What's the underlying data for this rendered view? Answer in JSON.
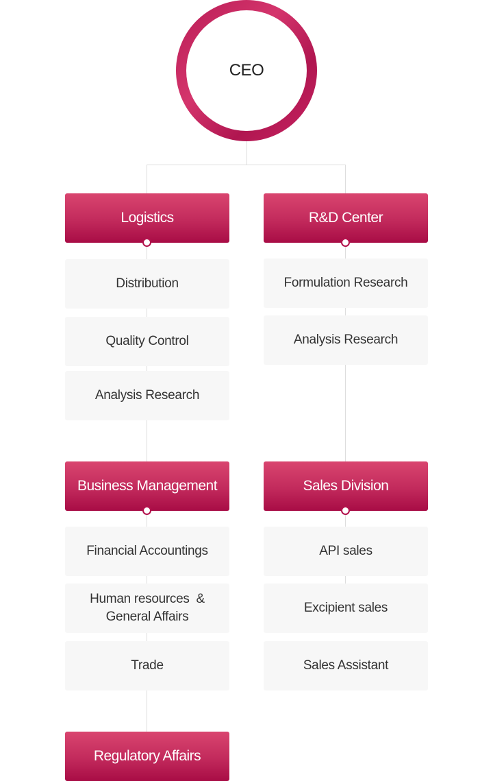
{
  "ceo": {
    "label": "CEO"
  },
  "logistics": {
    "title": "Logistics",
    "items": [
      "Distribution",
      "Quality Control",
      "Analysis Research"
    ]
  },
  "rnd": {
    "title": "R&D Center",
    "items": [
      "Formulation Research",
      "Analysis Research"
    ]
  },
  "business": {
    "title": "Business Management",
    "items": [
      "Financial Accountings",
      "Human resources  &\nGeneral Affairs",
      "Trade"
    ]
  },
  "sales": {
    "title": "Sales Division",
    "items": [
      "API sales",
      "Excipient sales",
      "Sales Assistant"
    ]
  },
  "regulatory": {
    "title": "Regulatory Affairs"
  },
  "colors": {
    "accent": "#c22a5c",
    "item_bg": "#f7f7f7",
    "connector": "#dddddd"
  }
}
